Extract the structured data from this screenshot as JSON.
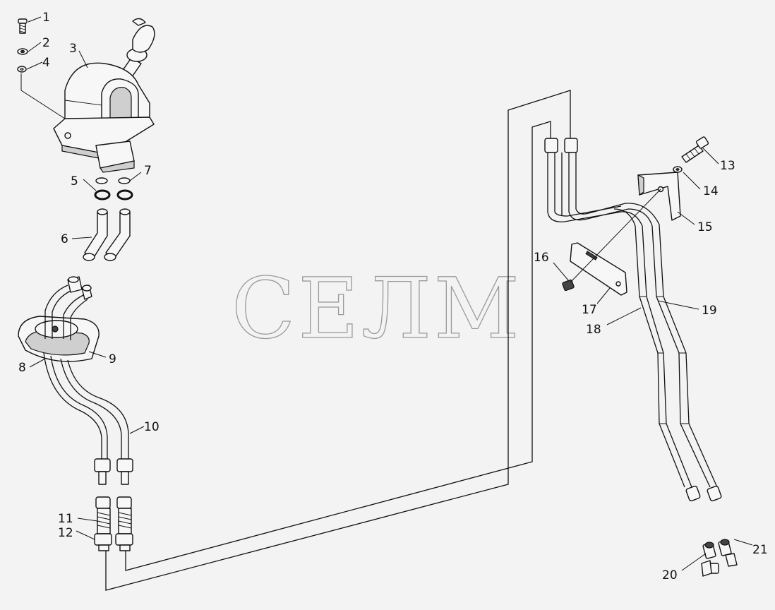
{
  "watermark": "СЕЛМ",
  "callouts": {
    "c1": "1",
    "c2": "2",
    "c3": "3",
    "c4": "4",
    "c5": "5",
    "c6": "6",
    "c7": "7",
    "c8": "8",
    "c9": "9",
    "c10": "10",
    "c11": "11",
    "c12": "12",
    "c13": "13",
    "c14": "14",
    "c15": "15",
    "c16": "16",
    "c17": "17",
    "c18": "18",
    "c19": "19",
    "c20": "20",
    "c21": "21"
  }
}
